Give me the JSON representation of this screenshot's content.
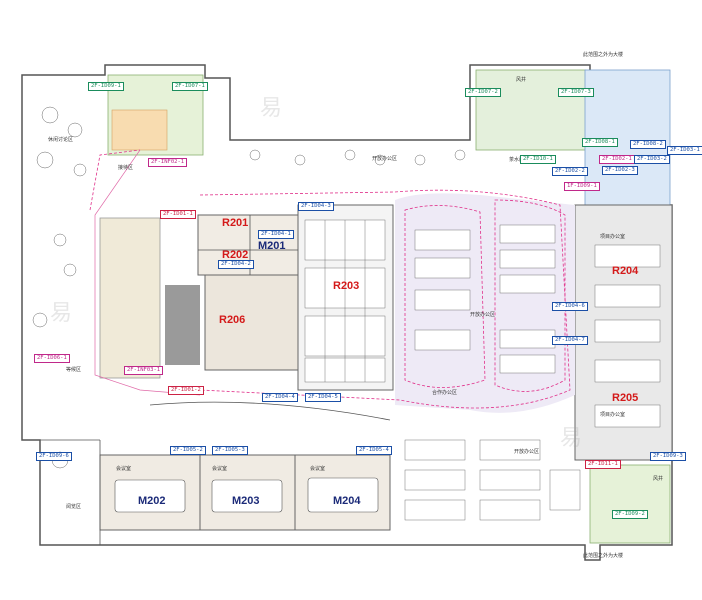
{
  "rooms": [
    {
      "id": "R201",
      "color": "red"
    },
    {
      "id": "R202",
      "color": "red"
    },
    {
      "id": "M201",
      "color": "blue"
    },
    {
      "id": "R203",
      "color": "red"
    },
    {
      "id": "R206",
      "color": "red"
    },
    {
      "id": "R204",
      "color": "red"
    },
    {
      "id": "R205",
      "color": "red"
    },
    {
      "id": "M202",
      "color": "blue"
    },
    {
      "id": "M203",
      "color": "blue"
    },
    {
      "id": "M204",
      "color": "blue"
    }
  ],
  "tags": {
    "t1": "2F-ID09-1",
    "t2": "2F-ID07-1",
    "t3": "2F-ID07-3",
    "t4": "2F-ID07-2",
    "t5": "2F-ID08-1",
    "t6": "2F-ID08-2",
    "t7": "2F-ID02-1",
    "t8": "2F-ID02-3",
    "t9": "2F-ID03-2",
    "t10": "2F-ID03-1",
    "t11": "2F-ID02-2",
    "t12": "1F-ID09-1",
    "t13": "2F-ID04-6",
    "t14": "2F-ID04-7",
    "t15": "2F-ID10-1",
    "t16": "2F-INF02-1",
    "t17": "2F-ID04-3",
    "t18": "2F-ID04-1",
    "t19": "2F-ID04-2",
    "t20": "2F-ID01-1",
    "t21": "2F-INF03-1",
    "t22": "2F-ID01-2",
    "t23": "2F-ID04-4",
    "t24": "2F-ID04-5",
    "t25": "2F-ID05-2",
    "t26": "2F-ID05-3",
    "t27": "2F-ID05-4",
    "t28": "2F-ID09-6",
    "t29": "2F-ID11-1",
    "t30": "2F-ID09-3",
    "t31": "2F-ID09-2",
    "t32": "2F-ID06-1"
  },
  "labels": {
    "l1": "休闲讨论区",
    "l2": "接待区",
    "l3": "开放办公区",
    "l4": "茶水间",
    "l5": "开放办公区",
    "l6": "项目办公室",
    "l7": "项目办公室",
    "l8": "会议室",
    "l9": "会议室",
    "l10": "会议室",
    "l11": "合作办公区",
    "l12": "开放办公区",
    "l13": "等候区",
    "l14": "阅览区",
    "l15": "风井",
    "l16": "风井",
    "l17": "此范围之外为大楼",
    "l18": "此范围之外为大楼"
  }
}
